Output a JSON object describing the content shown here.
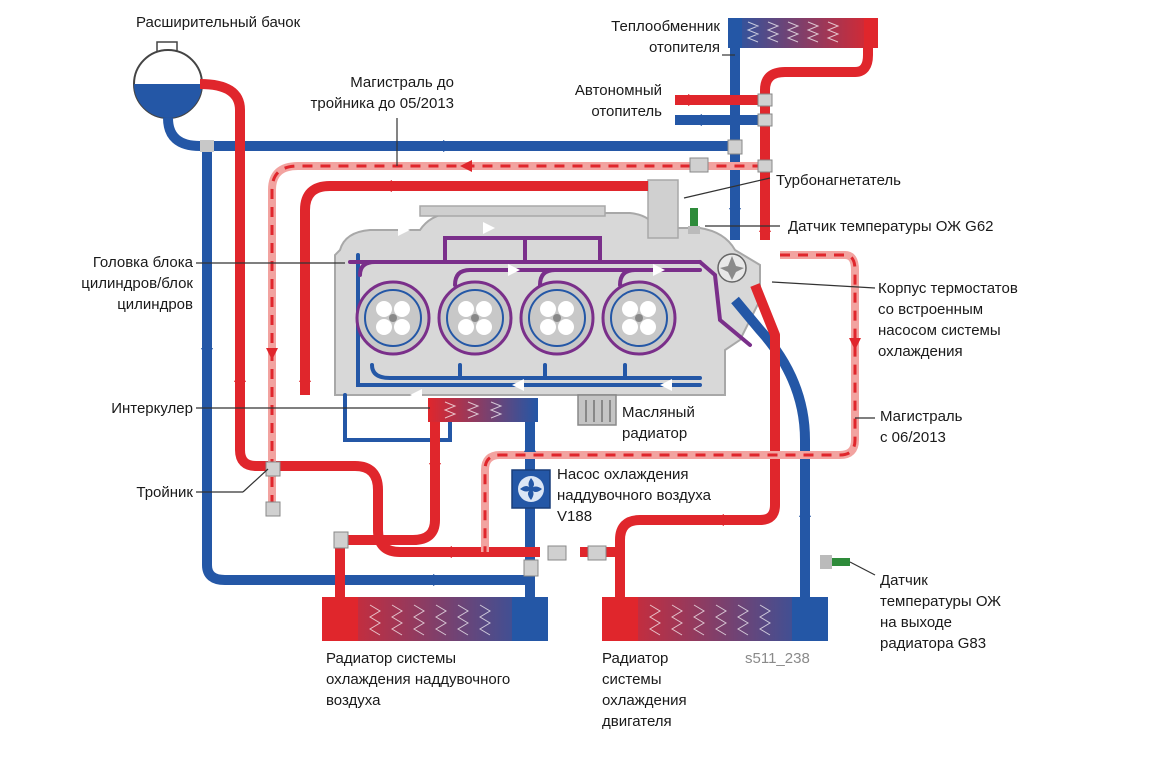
{
  "colors": {
    "hot": "#e0262c",
    "cold": "#2457a6",
    "mixed": "#7a2f8a",
    "hot_dashed": "#f2a3a0",
    "block": "#d8d8d8",
    "sensor": "#2e8b3a"
  },
  "labels": {
    "expansion_tank": "Расширительный бачок",
    "line_before_2013": "Магистраль до\nтройника до 05/2013",
    "heater_exchanger": "Теплообменник\nотопителя",
    "aux_heater": "Автономный\nотопитель",
    "turbocharger": "Турбонагнетатель",
    "temp_sensor_g62": "Датчик температуры ОЖ G62",
    "cylinder_head": "Головка блока\nцилиндров/блок\nцилиндров",
    "thermostat_housing": "Корпус термостатов\nсо встроенным\nнасосом системы\nохлаждения",
    "intercooler": "Интеркулер",
    "oil_cooler": "Масляный\nрадиатор",
    "line_from_2013": "Магистраль\nс 06/2013",
    "tee": "Тройник",
    "charge_air_pump": "Насос охлаждения\nнаддувочного воздуха\nV188",
    "temp_sensor_g83": "Датчик\nтемпературы ОЖ\nна выходе\nрадиатора G83",
    "charge_air_radiator": "Радиатор системы\nохлаждения наддувочного\nвоздуха",
    "engine_radiator": "Радиатор\nсистемы\nохлаждения\nдвигателя",
    "figure_code": "s511_238"
  }
}
